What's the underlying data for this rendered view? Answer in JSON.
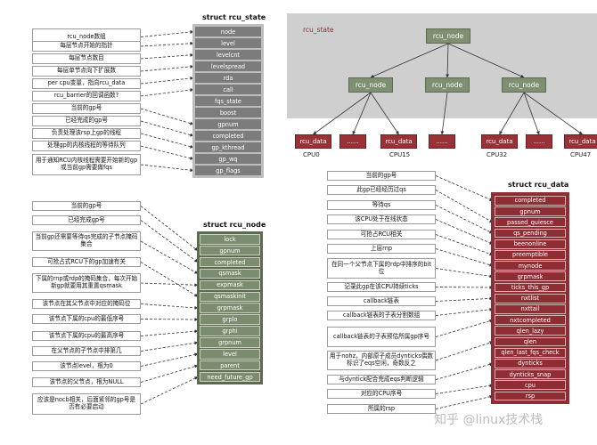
{
  "rcu_state_panel": {
    "title": "struct rcu_state",
    "fields": [
      "node",
      "level",
      "levelcnt",
      "levelspread",
      "rda",
      "call",
      "fqs_state",
      "boost",
      "gpnum",
      "completed",
      "gp_kthread",
      "gp_wq",
      "gp_flags"
    ],
    "descriptions": [
      "rcu_node数组",
      "每层节点开始的指针",
      "每层节点数目",
      "每层单节点向下扩展数",
      "per cpu变量，指向rcu_data",
      "rcu_barrier的回调函数?",
      "当前的gp号",
      "已经完成的gp号",
      "负责处理该rsp上gp的线程",
      "处理gp的内核线程的等待队列",
      "用于通知RCU内核线程需要开始新的gp或当前gp需要做fqs"
    ]
  },
  "rcu_node_panel": {
    "title": "struct rcu_node",
    "fields": [
      "lock",
      "gpnum",
      "completed",
      "qsmask",
      "expmask",
      "qsmaskinit",
      "grpmask",
      "grplo",
      "grphi",
      "grpnum",
      "level",
      "parent",
      "need_future_gp"
    ],
    "descriptions": [
      "当前的gp号",
      "已经完成gp号",
      "当前gp还需要等待qs完成的子节点掩码集合",
      "可抢占式RCU下的gp加速有关",
      "下属的rnp或rdp的掩码集合，每次开始新gp就要用其重置qsmask",
      "该节点在其父节点中对应的掩码位",
      "该节点下属的cpu的最低序号",
      "该节点下属的cpu的最高序号",
      "在父节点的子节点中排第几",
      "该节点level，根为0",
      "该节点的父节点，根为NULL",
      "应该是nocb相关，后面紧邻的gp号是否有必要启动"
    ]
  },
  "hierarchy": {
    "label": "rcu_state",
    "root": "rcu_node",
    "children": [
      "rcu_node",
      "rcu_node",
      "rcu_node"
    ],
    "leaves": [
      "rcu_data",
      "......",
      "rcu_data",
      "......",
      "rcu_data",
      "......",
      "rcu_data"
    ],
    "cpu_labels": [
      "CPU0",
      "CPU15",
      "CPU32",
      "CPU47"
    ]
  },
  "rcu_data_panel": {
    "title": "struct rcu_data",
    "fields": [
      "completed",
      "gpnum",
      "passed_quiesce",
      "qs_pending",
      "beenonline",
      "preemptible",
      "mynode",
      "grpmask",
      "ticks_this_gp",
      "nxtlist",
      "nxttail",
      "nxtcompleted",
      "qlen_lazy",
      "qlen",
      "qlen_last_fqs_check",
      "dynticks",
      "dynticks_snap",
      "cpu",
      "rsp"
    ],
    "descriptions": [
      "当前的gp号",
      "此gp已经经历过qs",
      "等待qs",
      "该CPU处于在线状态",
      "可抢占RCU相关",
      "上层rnp",
      "在同一个父节点下属的rdp中排序的bit位",
      "记录此gp在该CPU持续ticks",
      "callback链表",
      "callback链表的子表分割数组",
      "callback链表的子表预估所属gp序号",
      "用于nohz，内部原子成员dynticks偶数标识了eqs空闲，奇数反之",
      "与dyntick配合完成eqs判断逻辑",
      "对应的CPU序号",
      "所属的rsp"
    ]
  },
  "watermark": "知乎 @linux技术栈",
  "colors": {
    "state_field": "#7c7c7c",
    "node_field": "#7c8c6e",
    "data_field": "#8e2d33",
    "hierarchy_bg": "#cfcfcf",
    "arrow": "#333333"
  }
}
